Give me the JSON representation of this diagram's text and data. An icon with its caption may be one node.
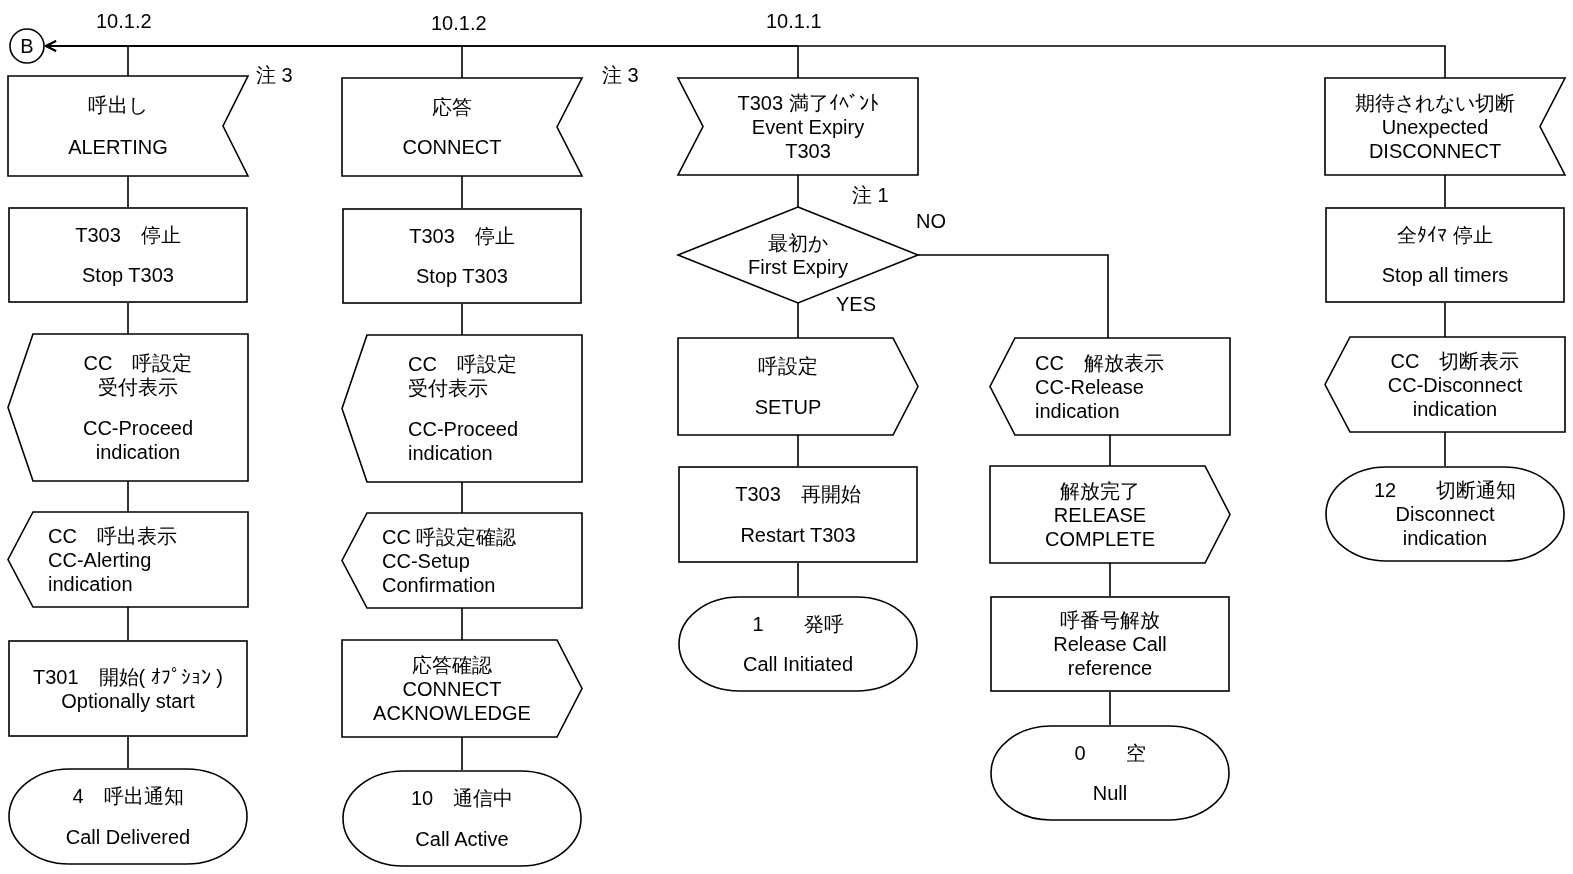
{
  "diagram": {
    "nodes": [
      {
        "text": [
          "B"
        ]
      },
      {
        "text": [
          "呼出し",
          "ALERTING"
        ]
      },
      {
        "text": [
          "T303　停止",
          "Stop T303"
        ]
      },
      {
        "text": [
          "CC　呼設定受付表示",
          "CC-Proceed indication"
        ]
      },
      {
        "text": [
          "CC　呼出表示",
          "CC-Alerting indication"
        ]
      },
      {
        "text": [
          "T301　開始( ｵﾌﾟｼｮﾝ )",
          "Optionally start"
        ]
      },
      {
        "text": [
          "4　呼出通知",
          "Call Delivered"
        ]
      },
      {
        "text": [
          "応答",
          "CONNECT"
        ]
      },
      {
        "text": [
          "T303　停止",
          "Stop T303"
        ]
      },
      {
        "text": [
          "CC　呼設定受付表示",
          "CC-Proceed indication"
        ]
      },
      {
        "text": [
          "CC 呼設定確認",
          "CC-Setup Confirmation"
        ]
      },
      {
        "text": [
          "応答確認",
          "CONNECT ACKNOWLEDGE"
        ]
      },
      {
        "text": [
          "10　通信中",
          "Call Active"
        ]
      },
      {
        "text": [
          "T303 満了ｲﾍﾞﾝﾄ",
          "Event Expiry T303"
        ]
      },
      {
        "text": [
          "最初か",
          "First Expiry"
        ]
      },
      {
        "text": [
          "呼設定",
          "SETUP"
        ]
      },
      {
        "text": [
          "T303　再開始",
          "Restart T303"
        ]
      },
      {
        "text": [
          "1　　発呼",
          "Call Initiated"
        ]
      },
      {
        "text": [
          "CC　解放表示",
          "CC-Release indication"
        ]
      },
      {
        "text": [
          "解放完了",
          "RELEASE COMPLETE"
        ]
      },
      {
        "text": [
          "呼番号解放",
          "Release Call reference"
        ]
      },
      {
        "text": [
          "0　　空",
          "Null"
        ]
      },
      {
        "text": [
          "期待されない切断",
          "Unexpected DISCONNECT"
        ]
      },
      {
        "text": [
          "全ﾀｲﾏ 停止",
          "Stop all timers"
        ]
      },
      {
        "text": [
          "CC　切断表示",
          "CC-Disconnect indication"
        ]
      },
      {
        "text": [
          "12　　切断通知",
          "Disconnect indication"
        ]
      }
    ],
    "edges": [
      {
        "from": 1,
        "to": 0,
        "arrow": "to"
      },
      {
        "from": 7,
        "to": 0,
        "arrow": "to"
      },
      {
        "from": 13,
        "to": 0,
        "arrow": "to"
      },
      {
        "from": 22,
        "to": 0,
        "arrow": "to"
      },
      {
        "from": 1,
        "to": 2,
        "arrow": "none"
      },
      {
        "from": 2,
        "to": 3,
        "arrow": "none"
      },
      {
        "from": 3,
        "to": 4,
        "arrow": "none"
      },
      {
        "from": 4,
        "to": 5,
        "arrow": "none"
      },
      {
        "from": 5,
        "to": 6,
        "arrow": "none"
      },
      {
        "from": 7,
        "to": 8,
        "arrow": "none"
      },
      {
        "from": 8,
        "to": 9,
        "arrow": "none"
      },
      {
        "from": 9,
        "to": 10,
        "arrow": "none"
      },
      {
        "from": 10,
        "to": 11,
        "arrow": "none"
      },
      {
        "from": 11,
        "to": 12,
        "arrow": "none"
      },
      {
        "from": 13,
        "to": 14,
        "arrow": "none"
      },
      {
        "from": 14,
        "to": 15,
        "arrow": "none",
        "label": "YES"
      },
      {
        "from": 14,
        "to": 18,
        "arrow": "none",
        "label": "NO"
      },
      {
        "from": 15,
        "to": 16,
        "arrow": "none"
      },
      {
        "from": 16,
        "to": 17,
        "arrow": "none"
      },
      {
        "from": 18,
        "to": 19,
        "arrow": "none"
      },
      {
        "from": 19,
        "to": 20,
        "arrow": "none"
      },
      {
        "from": 20,
        "to": 21,
        "arrow": "none"
      },
      {
        "from": 22,
        "to": 23,
        "arrow": "none"
      },
      {
        "from": 23,
        "to": 24,
        "arrow": "none"
      },
      {
        "from": 24,
        "to": 25,
        "arrow": "none"
      }
    ],
    "labels": [
      "10.1.2",
      "10.1.2",
      "10.1.1",
      "注 3",
      "注 3",
      "注 1"
    ]
  }
}
